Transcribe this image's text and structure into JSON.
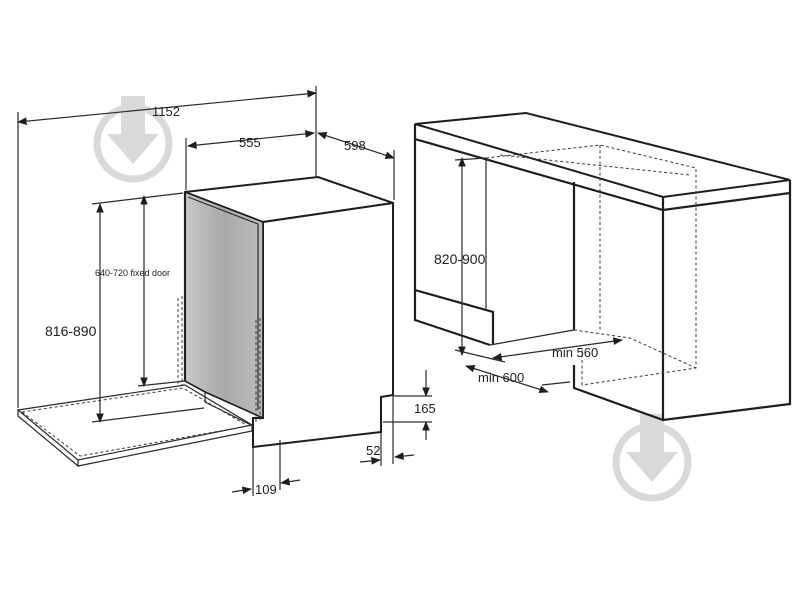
{
  "dimensions": {
    "total_depth_open": "1152",
    "appliance_depth": "555",
    "appliance_width": "598",
    "door_height_range": "640-720 fixed door",
    "height_range": "816-890",
    "plinth_height": "165",
    "plinth_depth": "52",
    "door_offset": "109",
    "niche_height": "820-900",
    "niche_min_width": "min 600",
    "niche_min_depth": "min 560"
  },
  "colors": {
    "line": "#1e1e1e",
    "door_panel": "#b0b0b0",
    "watermark": "#d9d9d9"
  },
  "icons": [
    "download-watermark-icon",
    "download-watermark-icon"
  ]
}
